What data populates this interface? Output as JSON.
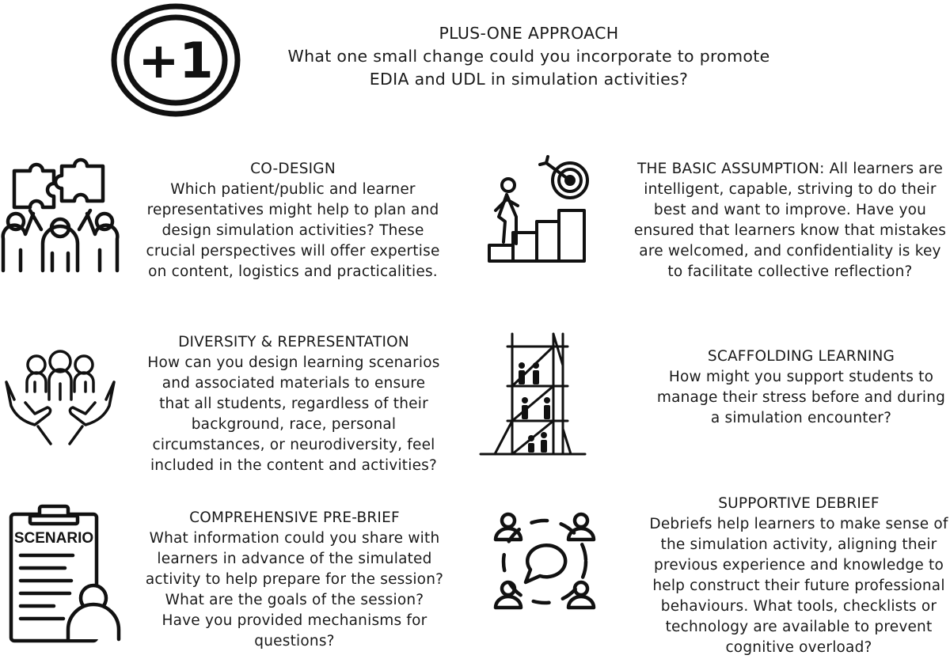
{
  "header": {
    "badge_text": "+1",
    "title": "PLUS-ONE APPROACH",
    "question": "What one small change could you incorporate to promote EDIA and UDL in simulation activities?"
  },
  "sections": [
    {
      "id": "co-design",
      "icon": "puzzle-team-icon",
      "heading": "CO-DESIGN",
      "body": "Which patient/public and learner representatives might help to plan and design simulation activities? These crucial perspectives will offer expertise on content, logistics and practicalities."
    },
    {
      "id": "basic-assumption",
      "icon": "stairs-target-icon",
      "heading": "",
      "body": "THE BASIC ASSUMPTION: All learners are intelligent, capable, striving to do their best and want to improve. Have you ensured that learners know that mistakes are welcomed, and confidentiality is key to facilitate collective reflection?"
    },
    {
      "id": "diversity",
      "icon": "people-in-hands-icon",
      "heading": "DIVERSITY & REPRESENTATION",
      "body": "How can you design learning scenarios and associated materials to ensure that all students, regardless of their background, race, personal circumstances, or neurodiversity, feel included in the content and activities?"
    },
    {
      "id": "scaffolding",
      "icon": "scaffolding-icon",
      "heading": "SCAFFOLDING LEARNING",
      "body": "How might you support students to manage their stress before and during a simulation encounter?"
    },
    {
      "id": "pre-brief",
      "icon": "scenario-clipboard-icon",
      "icon_label": "SCENARIO",
      "heading": "COMPREHENSIVE PRE-BRIEF",
      "body": "What information could you share with learners in advance of the simulated activity to help prepare for the session? What are the goals of the session? Have you provided mechanisms for questions?"
    },
    {
      "id": "debrief",
      "icon": "discussion-circle-icon",
      "heading": "SUPPORTIVE DEBRIEF",
      "body": "Debriefs help learners to make sense of the simulation activity, aligning their previous experience and knowledge to help construct their future professional behaviours. What tools, checklists or technology are available to prevent cognitive overload?"
    }
  ]
}
